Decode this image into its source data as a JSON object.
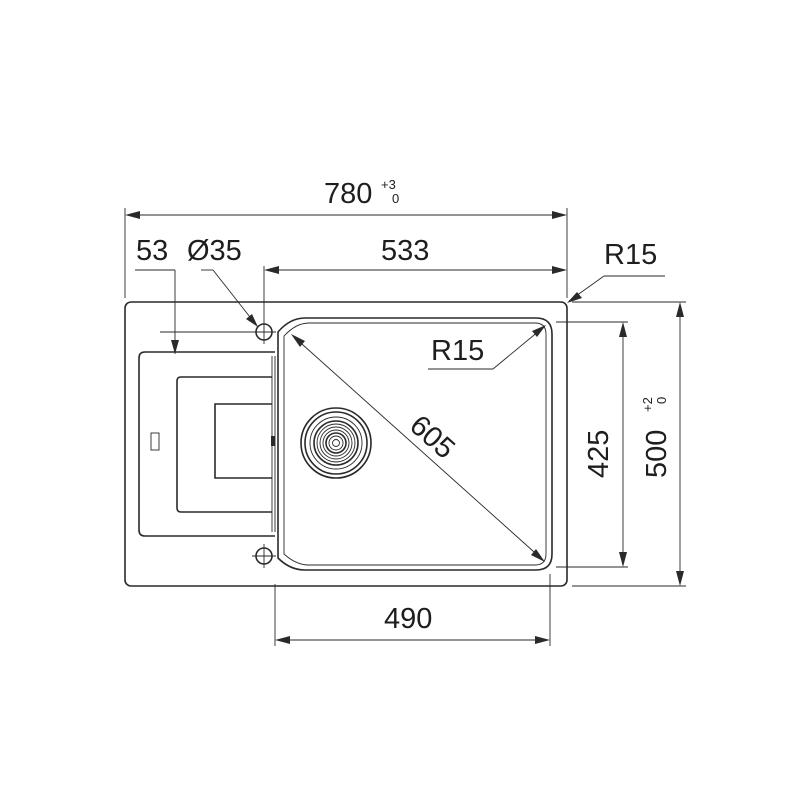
{
  "dimensions": {
    "overall_width": {
      "value": "780",
      "tol_upper": "+3",
      "tol_lower": "0"
    },
    "overall_depth": {
      "value": "500",
      "tol_upper": "+2",
      "tol_lower": "0"
    },
    "drainer_offset": "53",
    "tap_hole": "Ø35",
    "bowl_span": "533",
    "bowl_width": "490",
    "bowl_depth": "425",
    "bowl_diagonal": "605",
    "outer_radius": "R15",
    "inner_radius": "R15"
  }
}
